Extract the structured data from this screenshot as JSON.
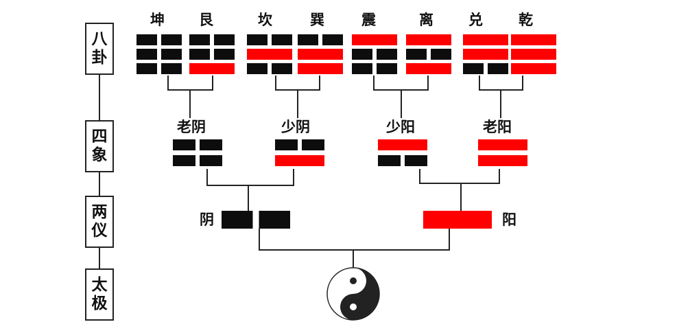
{
  "colors": {
    "yin": "#0d0d0d",
    "yang": "#ff0000",
    "line": "#222222"
  },
  "tiers": [
    {
      "id": "bagua",
      "chars": [
        "八",
        "卦"
      ]
    },
    {
      "id": "sixiang",
      "chars": [
        "四",
        "象"
      ]
    },
    {
      "id": "liangyi",
      "chars": [
        "两",
        "仪"
      ]
    },
    {
      "id": "taiji",
      "chars": [
        "太",
        "极"
      ]
    }
  ],
  "trigrams": [
    {
      "name": "坤",
      "lines": [
        "yin",
        "yin",
        "yin"
      ]
    },
    {
      "name": "艮",
      "lines": [
        "yang",
        "yin",
        "yin"
      ]
    },
    {
      "name": "坎",
      "lines": [
        "yin",
        "yang",
        "yin"
      ]
    },
    {
      "name": "巽",
      "lines": [
        "yang",
        "yang",
        "yin"
      ]
    },
    {
      "name": "震",
      "lines": [
        "yin",
        "yin",
        "yang"
      ]
    },
    {
      "name": "离",
      "lines": [
        "yang",
        "yin",
        "yang"
      ]
    },
    {
      "name": "兑",
      "lines": [
        "yin",
        "yang",
        "yang"
      ]
    },
    {
      "name": "乾",
      "lines": [
        "yang",
        "yang",
        "yang"
      ]
    }
  ],
  "four_images": [
    {
      "name": "老阴",
      "lines": [
        "yin",
        "yin"
      ]
    },
    {
      "name": "少阴",
      "lines": [
        "yang",
        "yin"
      ]
    },
    {
      "name": "少阳",
      "lines": [
        "yin",
        "yang"
      ]
    },
    {
      "name": "老阳",
      "lines": [
        "yang",
        "yang"
      ]
    }
  ],
  "two_modes": [
    {
      "name": "阴",
      "line": "yin"
    },
    {
      "name": "阳",
      "line": "yang"
    }
  ],
  "taiji": {
    "icon": "yin-yang-icon"
  }
}
